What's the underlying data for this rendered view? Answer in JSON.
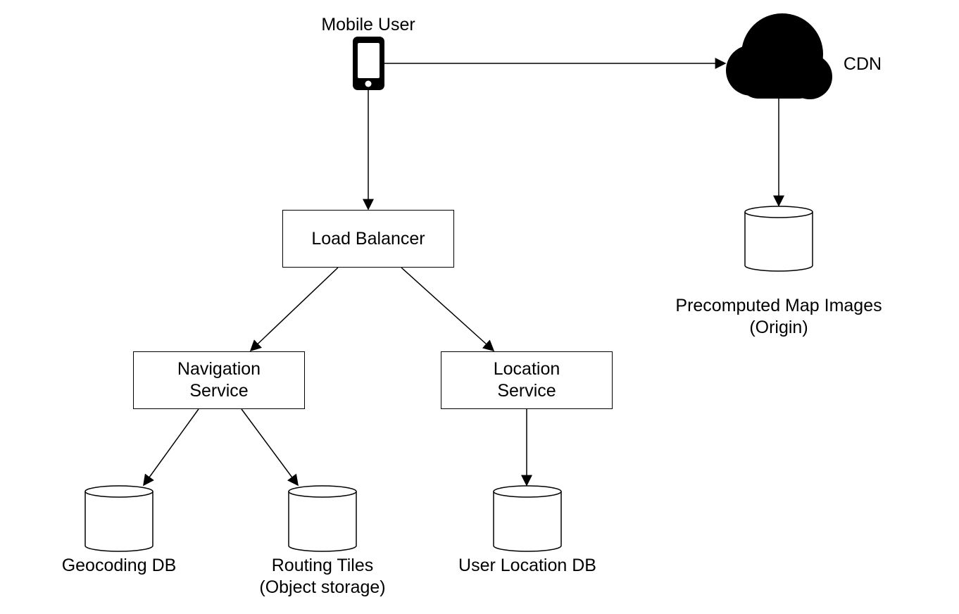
{
  "diagram": {
    "mobile_user": {
      "label": "Mobile User"
    },
    "cdn": {
      "label": "CDN"
    },
    "load_balancer": {
      "label": "Load Balancer"
    },
    "navigation_service": {
      "line1": "Navigation",
      "line2": "Service"
    },
    "location_service": {
      "line1": "Location",
      "line2": "Service"
    },
    "precomputed_map_images": {
      "line1": "Precomputed Map Images",
      "line2": "(Origin)"
    },
    "geocoding_db": {
      "label": "Geocoding DB"
    },
    "routing_tiles": {
      "line1": "Routing Tiles",
      "line2": "(Object storage)"
    },
    "user_location_db": {
      "label": "User Location DB"
    },
    "icons": [
      "smartphone-icon",
      "cloud-icon",
      "database-icon"
    ]
  }
}
